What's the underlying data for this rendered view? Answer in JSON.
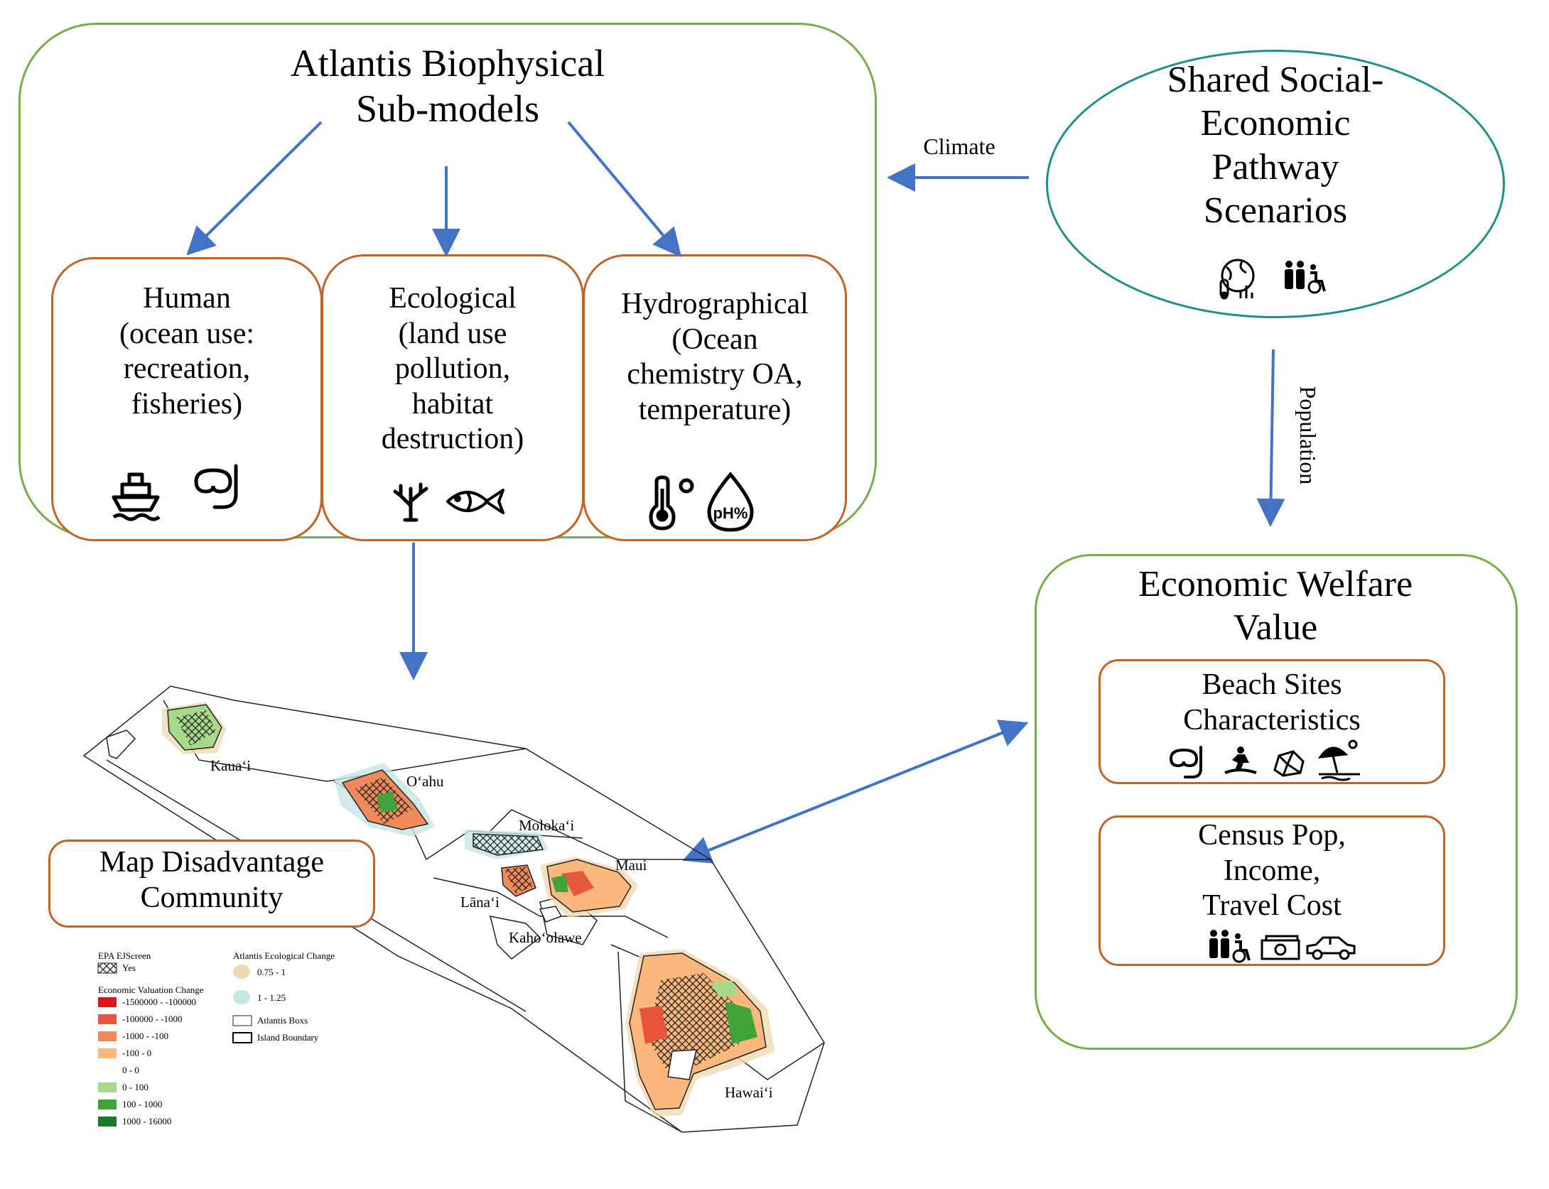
{
  "atlantis": {
    "title": "Atlantis Biophysical\nSub-models",
    "human": "Human\n(ocean use:\nrecreation,\nfisheries)",
    "ecological": "Ecological\n(land use\npollution,\nhabitat\ndestruction)",
    "hydro": "Hydrographical\n(Ocean\nchemistry OA,\ntemperature)"
  },
  "ssp": {
    "title": "Shared Social-\nEconomic\nPathway\nScenarios"
  },
  "arrows": {
    "climate": "Climate",
    "population": "Population"
  },
  "welfare": {
    "title": "Economic Welfare\nValue",
    "beach": "Beach Sites\nCharacteristics",
    "census": "Census Pop,\nIncome,\nTravel Cost"
  },
  "map": {
    "box_label": "Map Disadvantage\nCommunity",
    "islands": [
      "Kaua‘i",
      "O‘ahu",
      "Moloka‘i",
      "Maui",
      "Lāna‘i",
      "Kaho‘olawe",
      "Hawai‘i"
    ],
    "legend": {
      "ejscreen_title": "EPA EJScreen",
      "ejscreen_yes": "Yes",
      "valuation_title": "Economic Valuation Change",
      "valuation": [
        {
          "label": "-1500000 - -100000",
          "color": "#d7191c"
        },
        {
          "label": "-100000 - -1000",
          "color": "#e8553a"
        },
        {
          "label": "-1000 - -100",
          "color": "#f08a5a"
        },
        {
          "label": "-100 - 0",
          "color": "#fbb87a"
        },
        {
          "label": "0 - 0",
          "color": "#ffffff"
        },
        {
          "label": "0 - 100",
          "color": "#a6d98a"
        },
        {
          "label": "100 - 1000",
          "color": "#3ea33a"
        },
        {
          "label": "1000 - 16000",
          "color": "#1a7a2a"
        }
      ],
      "ecological_title": "Atlantis Ecological Change",
      "ecological": [
        {
          "label": "0.75 - 1",
          "color": "#efd9b4"
        },
        {
          "label": "1 - 1.25",
          "color": "#c6e6e2"
        }
      ],
      "boxes": "Atlantis Boxs",
      "boundary": "Island Boundary"
    }
  },
  "icons": {
    "human": [
      "ship-icon",
      "snorkel-mask-icon"
    ],
    "ecological": [
      "coral-icon",
      "fish-icon"
    ],
    "hydro": [
      "thermometer-icon",
      "ph-drop-icon"
    ],
    "ssp": [
      "climate-globe-icon",
      "people-icon"
    ],
    "beach": [
      "snorkel-mask-icon",
      "surfer-icon",
      "rock-icon",
      "beach-umbrella-icon"
    ],
    "census": [
      "people-icon",
      "money-icon",
      "car-icon"
    ]
  },
  "colors": {
    "arrow": "#4472c4",
    "green": "#78ad4a",
    "orange": "#c0642a",
    "teal": "#1f8f8a"
  }
}
